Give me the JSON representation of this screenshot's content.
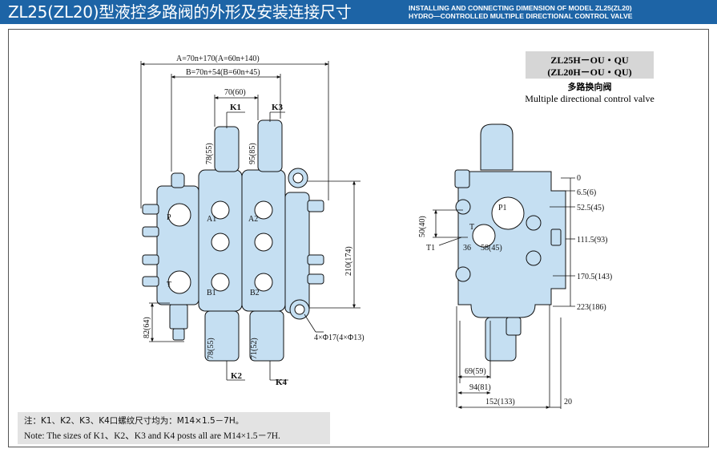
{
  "header": {
    "title_cn": "ZL25(ZL20)型液控多路阀的外形及安装连接尺寸",
    "title_en_line1": "INSTALLING AND CONNECTING DIMENSION OF MODEL ZL25(ZL20)",
    "title_en_line2": "HYDRO—CONTROLLED MULTIPLE DIRECTIONAL CONTROL VALVE"
  },
  "model": {
    "line1": "ZL25H－OU・QU",
    "line2": "(ZL20H－OU・QU)",
    "desc_cn": "多路换向阀",
    "desc_en": "Multiple directional control valve"
  },
  "front_view": {
    "dim_A": "A=70n+170(A=60n+140)",
    "dim_B": "B=70n+54(B=60n+45)",
    "dim_70": "70(60)",
    "label_K1": "K1",
    "label_K3": "K3",
    "label_K2": "K2",
    "label_K4": "K4",
    "dim_78_top": "78(55)",
    "dim_95": "95(85)",
    "dim_78_bottom": "78(55)",
    "dim_71": "71(52)",
    "dim_82": "82(64)",
    "dim_210": "210(174)",
    "holes": "4×Φ17(4×Φ13)",
    "port_P": "P",
    "port_T": "T",
    "port_A1": "A1",
    "port_A2": "A2",
    "port_B1": "B1",
    "port_B2": "B2"
  },
  "side_view": {
    "dim_0": "0",
    "dim_6_5": "6.5(6)",
    "dim_52_5": "52.5(45)",
    "dim_111_5": "111.5(93)",
    "dim_170_5": "170.5(143)",
    "dim_223": "223(186)",
    "dim_50": "50(40)",
    "dim_36": "36",
    "dim_58": "58(45)",
    "dim_69": "69(59)",
    "dim_94": "94(81)",
    "dim_152": "152(133)",
    "dim_20": "20",
    "port_P1": "P1",
    "port_T": "T",
    "port_T1": "T1"
  },
  "note": {
    "cn": "注：K1、K2、K3、K4口螺纹尺寸均为：M14×1.5－7H。",
    "en": "Note: The sizes of K1、K2、K3 and K4 posts all are M14×1.5－7H."
  },
  "colors": {
    "header_bg": "#1d64a6",
    "valve_fill": "#c5dff2",
    "note_bg": "#e3e3e3",
    "model_bg": "#d6d6d6"
  }
}
